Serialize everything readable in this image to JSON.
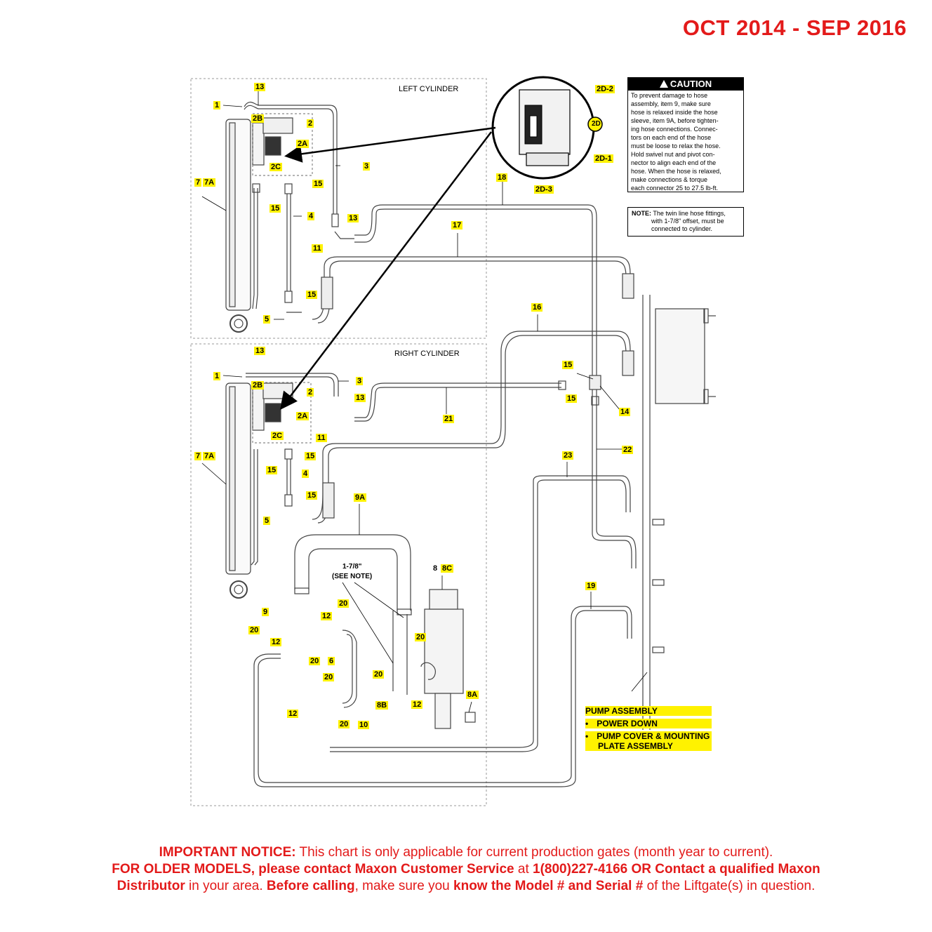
{
  "date_range": "OCT 2014 - SEP 2016",
  "sections": {
    "left": "LEFT CYLINDER",
    "right": "RIGHT CYLINDER"
  },
  "caution": {
    "title": "CAUTION",
    "lines": [
      "To prevent damage to hose",
      "assembly, item 9, make sure",
      "hose is relaxed inside the hose",
      "sleeve, item 9A, before tighten-",
      "ing hose connections. Connec-",
      "tors on each end of the hose",
      "must be loose to relax the hose.",
      "Hold swivel nut and pivot con-",
      "nector to align each end of the",
      "hose. When the hose is relaxed,",
      "make connections & torque",
      "each connector 25 to 27.5 lb-ft."
    ]
  },
  "note": {
    "label": "NOTE:",
    "text1": "The twin line hose fittings,",
    "text2": "with 1-7/8\" offset, must be",
    "text3": "connected to cylinder."
  },
  "offset_label": {
    "line1": "1-7/8\"",
    "line2": "(SEE NOTE)"
  },
  "pump": {
    "title": "PUMP ASSEMBLY",
    "item1": "POWER DOWN",
    "item2": "PUMP COVER & MOUNTING",
    "item3": "PLATE ASSEMBLY",
    "bullet": "•"
  },
  "callouts": {
    "c2": "2",
    "c2a": "2A",
    "c2b": "2B",
    "c2c": "2C",
    "c2d": "2D",
    "c2d1": "2D-1",
    "c2d2": "2D-2",
    "c2d3": "2D-3",
    "c1": "1",
    "c3": "3",
    "c4": "4",
    "c5": "5",
    "c6": "6",
    "c7": "7",
    "c7a": "7A",
    "c8": "8",
    "c8a": "8A",
    "c8b": "8B",
    "c8c": "8C",
    "c9": "9",
    "c9a": "9A",
    "c10": "10",
    "c11": "11",
    "c12": "12",
    "c13": "13",
    "c14": "14",
    "c15": "15",
    "c16": "16",
    "c17": "17",
    "c18": "18",
    "c19": "19",
    "c20": "20",
    "c21": "21",
    "c22": "22",
    "c23": "23"
  },
  "notice": {
    "l1_bold": "IMPORTANT NOTICE:",
    "l1_rest": " This chart is only applicable for current production gates (month year to current).",
    "l2_bold_a": "FOR OLDER MODELS, please contact Maxon Customer Service",
    "l2_mid": " at ",
    "l2_bold_b": "1(800)227-4166 OR Contact a qualified Maxon",
    "l3_bold_a": "Distributor",
    "l3_mid_a": " in your area. ",
    "l3_bold_b": "Before calling",
    "l3_mid_b": ", make sure you ",
    "l3_bold_c": "know the Model # and Serial #",
    "l3_rest": " of the Liftgate(s) in question."
  },
  "colors": {
    "red": "#e31a1a",
    "highlight": "#fff200",
    "line": "#555555"
  }
}
